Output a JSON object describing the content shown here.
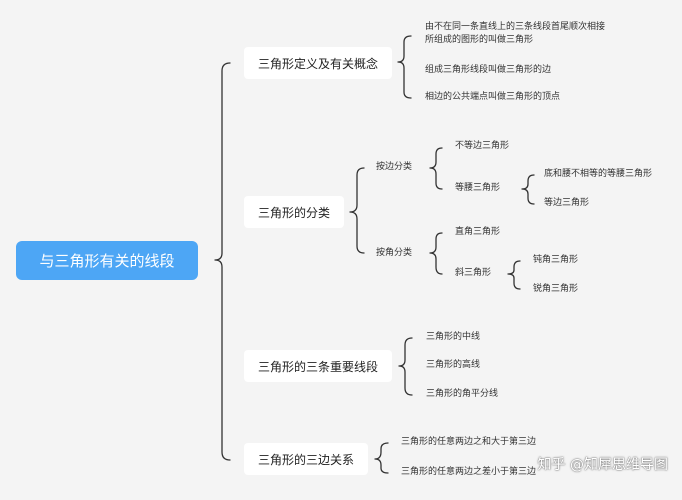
{
  "root": {
    "label": "与三角形有关的线段"
  },
  "sections": {
    "definition": {
      "label": "三角形定义及有关概念",
      "items": [
        "由不在同一条直线上的三条线段首尾顺次相接",
        "所组成的图形的叫做三角形",
        "组成三角形线段叫做三角形的边",
        "相边的公共端点叫做三角形的顶点"
      ]
    },
    "classification": {
      "label": "三角形的分类",
      "by_side": {
        "label": "按边分类",
        "scalene": "不等边三角形",
        "isosceles": "等腰三角形",
        "isosceles_children": [
          "底和腰不相等的等腰三角形",
          "等边三角形"
        ]
      },
      "by_angle": {
        "label": "按角分类",
        "right": "直角三角形",
        "oblique": "斜三角形",
        "oblique_children": [
          "钝角三角形",
          "锐角三角形"
        ]
      }
    },
    "segments": {
      "label": "三角形的三条重要线段",
      "items": [
        "三角形的中线",
        "三角形的高线",
        "三角形的角平分线"
      ]
    },
    "sides_relation": {
      "label": "三角形的三边关系",
      "items": [
        "三角形的任意两边之和大于第三边",
        "三角形的任意两边之差小于第三边"
      ]
    }
  },
  "watermark": "知乎 @知犀思维导图"
}
